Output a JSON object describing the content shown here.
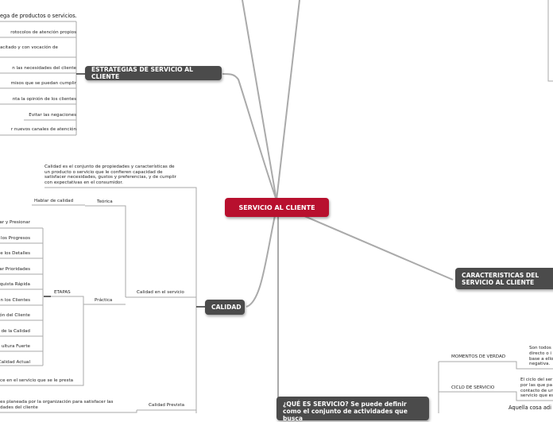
{
  "center": {
    "label": "SERVICIO AL CLIENTE",
    "color": "#b8102e"
  },
  "strategies": {
    "label": "ESTRATEGIAS DE SERVICIO AL CLIENTE",
    "items": [
      "ega de productos o servicios.",
      "rotocolos de atención propios",
      "acitado y con vocación de",
      "n las necesidades del cliente",
      "misos que se puedan cumplir",
      "nta la opinión de los clientes",
      "Evitar las negaciones",
      "r nuevos canales de atención"
    ]
  },
  "calidad": {
    "label": "CALIDAD",
    "definition": "Calidad es el conjunto de propiedades y características de un producto o servicio que le confieren capacidad de satisfacer necesidades, gustos y preferencias, y de cumplir con expectativas en el consumidor.",
    "en_servicio": "Calidad en el servicio",
    "teorica": "Teórica",
    "hablar": "Hablar de calidad",
    "practica": "Práctica",
    "etapas": "ETAPAS",
    "etapas_items": [
      "ar y Presionar",
      "los Progresos",
      "e los Detalles",
      "ar Prioridades",
      "quista Rápida",
      "n los Clientes",
      "ón del Cliente",
      "de la Calidad",
      "ultura Fuerte",
      "Calidad Actual"
    ],
    "percibida": "ce en el servicio que se le presta",
    "prevista": "Calidad Prevista",
    "prevista_text": "es planeada por la organización para satisfacer las",
    "prevista_text2": "dades del cliente"
  },
  "caracteristicas": {
    "label": "CARACTERISTICAS DEL SERVICIO AL CLIENTE"
  },
  "que_es": {
    "label": "¿QUÉ ES SERVICIO? Se puede definir como el conjunto de actividades que busca"
  },
  "momentos": {
    "label": "MOMENTOS DE VERDAD",
    "text": "Son todos\ndirecto o i\nbase a ello\nnegativa."
  },
  "ciclo": {
    "label": "CICLO DE SERVICIO",
    "text": "El ciclo del ser\npor las que pa\ncontacto de ur\nservicio que es"
  },
  "aquella": "Aquella cosa adi"
}
